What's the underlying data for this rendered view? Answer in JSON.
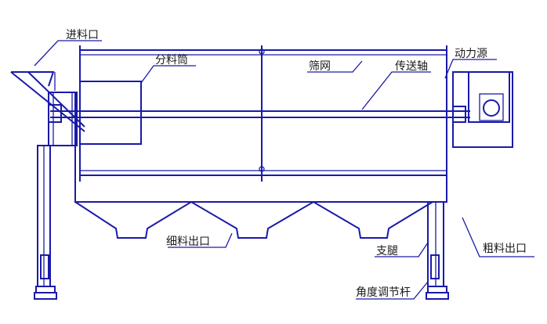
{
  "labels": {
    "feed_inlet": "进料口",
    "distribution_tube": "分料筒",
    "screen_mesh": "筛网",
    "drive_shaft": "传送轴",
    "power_source": "动力源",
    "fine_outlet": "细料出口",
    "support_leg": "支腿",
    "coarse_outlet": "粗料出口",
    "angle_rod": "角度调节杆"
  },
  "colors": {
    "line": "#1a1aa8",
    "text": "#1a1a1a",
    "background": "#ffffff"
  }
}
